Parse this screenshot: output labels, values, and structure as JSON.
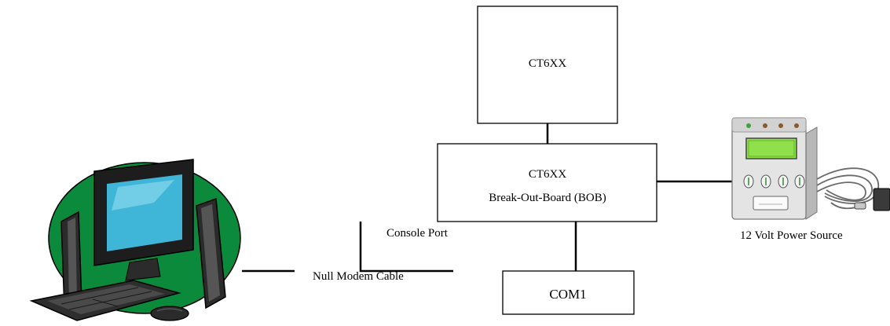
{
  "boxes": {
    "ct6xx": "CT6XX",
    "bob_line1": "CT6XX",
    "bob_line2": "Break-Out-Board (BOB)",
    "com1": "COM1"
  },
  "labels": {
    "console_port": "Console Port",
    "null_modem_cable": "Null Modem Cable",
    "power_source": "12 Volt Power Source"
  },
  "icons": {
    "computer": "desktop-computer-icon",
    "power": "power-supply-icon"
  },
  "colors": {
    "computer_backdrop": "#0b8a3c",
    "computer_screen": "#3fb6d8",
    "power_display": "#8fe04a"
  }
}
